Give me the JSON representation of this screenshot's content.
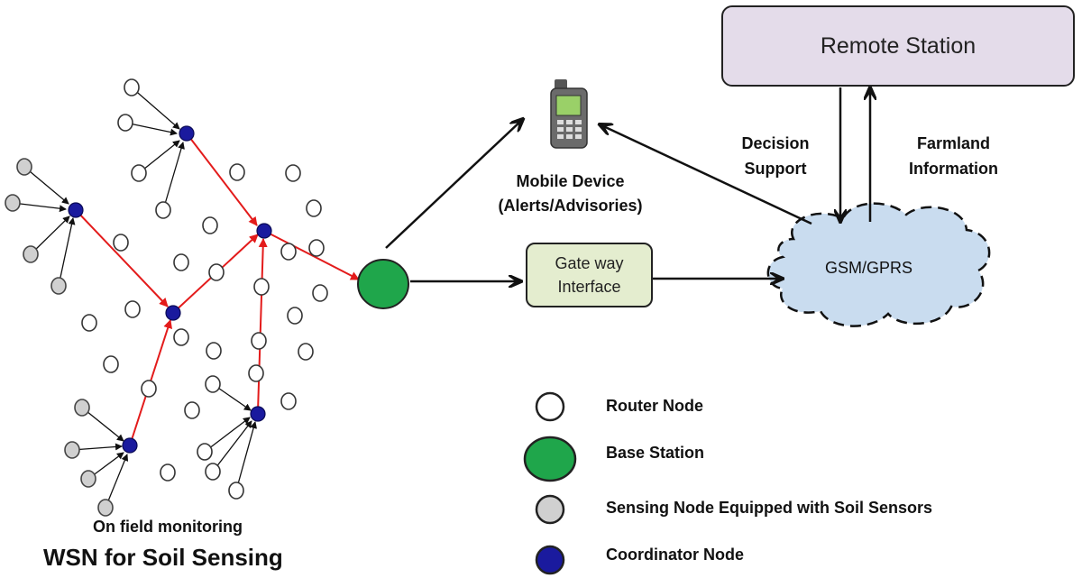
{
  "remote_station": {
    "label": "Remote Station"
  },
  "gateway": {
    "line1": "Gate way",
    "line2": "Interface"
  },
  "network": {
    "label": "GSM/GPRS"
  },
  "mobile": {
    "line1": "Mobile Device",
    "line2": "(Alerts/Advisories)"
  },
  "links": {
    "decision_line1": "Decision",
    "decision_line2": "Support",
    "farmland_line1": "Farmland",
    "farmland_line2": "Information"
  },
  "field": {
    "subtitle": "On field monitoring",
    "title": "WSN for Soil Sensing"
  },
  "legend": [
    {
      "label": "Router Node",
      "color": "#ffffff"
    },
    {
      "label": "Base Station",
      "color": "#1fa64b"
    },
    {
      "label": "Sensing Node Equipped with Soil Sensors",
      "color": "#d0d0d0"
    },
    {
      "label": "Coordinator Node",
      "color": "#1a1a9e"
    }
  ],
  "colors": {
    "router_fill": "#ffffff",
    "sensing_fill": "#d0d0d0",
    "coordinator_fill": "#1a1a9e",
    "base_fill": "#1fa64b",
    "route_arrow": "#e31b1b",
    "cloud_fill": "#c9dcef"
  }
}
